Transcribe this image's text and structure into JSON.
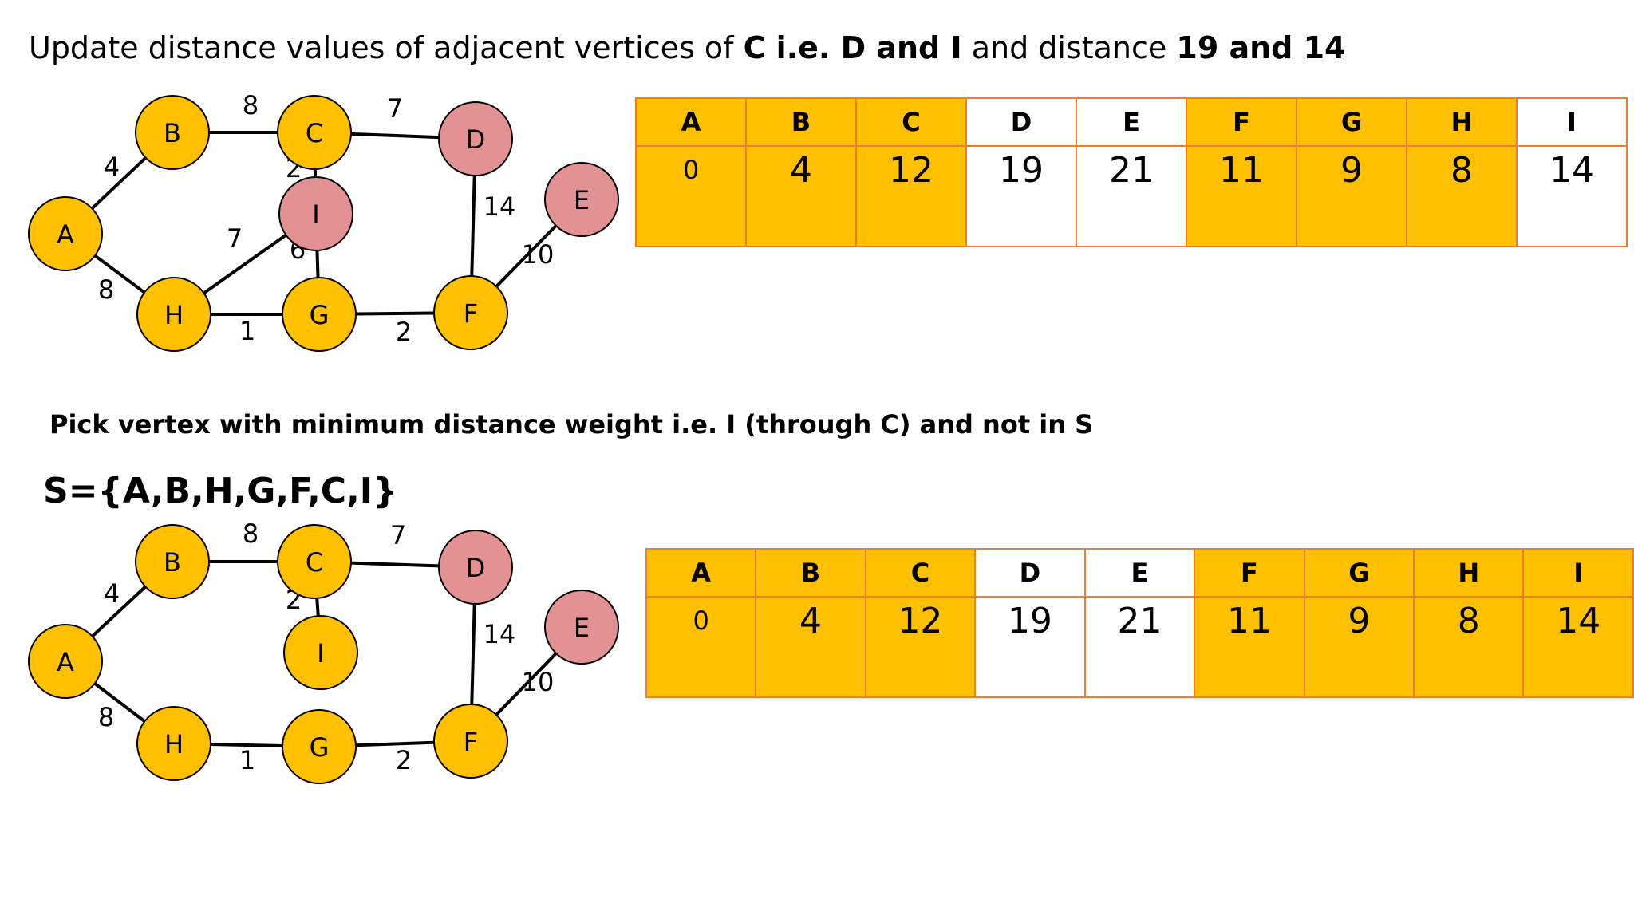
{
  "title": {
    "pre": "Update distance values of adjacent vertices of ",
    "bold1": "C i.e. D and I",
    "mid": " and distance ",
    "bold2": "19 and 14"
  },
  "step_text": "Pick vertex with minimum distance weight i.e. I (through C) and not in S",
  "set_text": "S={A,B,H,G,F,C,I}",
  "colors": {
    "visited": "#ffc000",
    "candidate": "#e39294",
    "table_border": "#ed7d31"
  },
  "graph1": {
    "nodes": [
      {
        "id": "A",
        "status": "visited"
      },
      {
        "id": "B",
        "status": "visited"
      },
      {
        "id": "C",
        "status": "visited"
      },
      {
        "id": "D",
        "status": "candidate"
      },
      {
        "id": "E",
        "status": "candidate"
      },
      {
        "id": "F",
        "status": "visited"
      },
      {
        "id": "G",
        "status": "visited"
      },
      {
        "id": "H",
        "status": "visited"
      },
      {
        "id": "I",
        "status": "candidate"
      }
    ],
    "edges": [
      {
        "from": "A",
        "to": "B",
        "weight": "4"
      },
      {
        "from": "A",
        "to": "H",
        "weight": "8"
      },
      {
        "from": "B",
        "to": "C",
        "weight": "8"
      },
      {
        "from": "C",
        "to": "D",
        "weight": "7"
      },
      {
        "from": "C",
        "to": "I",
        "weight": "2"
      },
      {
        "from": "H",
        "to": "I",
        "weight": "7"
      },
      {
        "from": "I",
        "to": "G",
        "weight": "6"
      },
      {
        "from": "H",
        "to": "G",
        "weight": "1"
      },
      {
        "from": "G",
        "to": "F",
        "weight": "2"
      },
      {
        "from": "D",
        "to": "F",
        "weight": "14"
      },
      {
        "from": "F",
        "to": "E",
        "weight": "10"
      }
    ]
  },
  "graph2": {
    "nodes": [
      {
        "id": "A",
        "status": "visited"
      },
      {
        "id": "B",
        "status": "visited"
      },
      {
        "id": "C",
        "status": "visited"
      },
      {
        "id": "D",
        "status": "candidate"
      },
      {
        "id": "E",
        "status": "candidate"
      },
      {
        "id": "F",
        "status": "visited"
      },
      {
        "id": "G",
        "status": "visited"
      },
      {
        "id": "H",
        "status": "visited"
      },
      {
        "id": "I",
        "status": "visited"
      }
    ],
    "edges": [
      {
        "from": "A",
        "to": "B",
        "weight": "4"
      },
      {
        "from": "A",
        "to": "H",
        "weight": "8"
      },
      {
        "from": "B",
        "to": "C",
        "weight": "8"
      },
      {
        "from": "C",
        "to": "D",
        "weight": "7"
      },
      {
        "from": "C",
        "to": "I",
        "weight": "2"
      },
      {
        "from": "H",
        "to": "G",
        "weight": "1"
      },
      {
        "from": "G",
        "to": "F",
        "weight": "2"
      },
      {
        "from": "D",
        "to": "F",
        "weight": "14"
      },
      {
        "from": "F",
        "to": "E",
        "weight": "10"
      }
    ]
  },
  "table1": {
    "headers": [
      "A",
      "B",
      "C",
      "D",
      "E",
      "F",
      "G",
      "H",
      "I"
    ],
    "values": [
      "0",
      "4",
      "12",
      "19",
      "21",
      "11",
      "9",
      "8",
      "14"
    ],
    "in_set": [
      true,
      true,
      true,
      false,
      false,
      true,
      true,
      true,
      false
    ]
  },
  "table2": {
    "headers": [
      "A",
      "B",
      "C",
      "D",
      "E",
      "F",
      "G",
      "H",
      "I"
    ],
    "values": [
      "0",
      "4",
      "12",
      "19",
      "21",
      "11",
      "9",
      "8",
      "14"
    ],
    "in_set": [
      true,
      true,
      true,
      false,
      false,
      true,
      true,
      true,
      true
    ]
  }
}
